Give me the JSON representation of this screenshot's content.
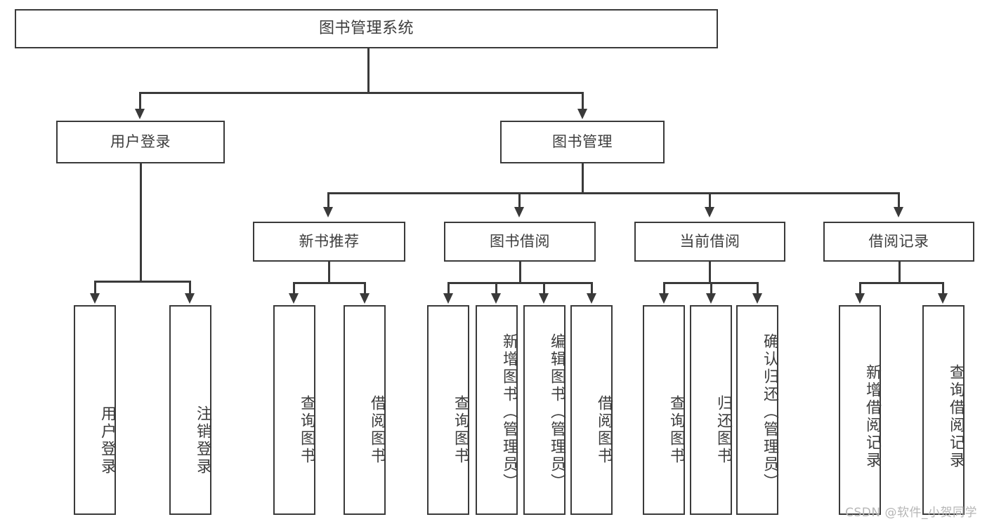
{
  "diagram": {
    "type": "tree-hierarchy",
    "title": "图书管理系统",
    "orientation": "top-down",
    "accent_color": "#3a3a3a",
    "background_color": "#ffffff"
  },
  "root": {
    "label": "图书管理系统"
  },
  "level2": [
    {
      "label": "用户登录"
    },
    {
      "label": "图书管理"
    }
  ],
  "level3": [
    {
      "label": "新书推荐"
    },
    {
      "label": "图书借阅"
    },
    {
      "label": "当前借阅"
    },
    {
      "label": "借阅记录"
    }
  ],
  "leaves": {
    "user_login": [
      {
        "label": "用户登录"
      },
      {
        "label": "注销登录"
      }
    ],
    "new_book": [
      {
        "label": "查询图书"
      },
      {
        "label": "借阅图书"
      }
    ],
    "book_borrow": [
      {
        "label": "查询图书"
      },
      {
        "label": "新增图书（管理员）"
      },
      {
        "label": "编辑图书（管理员）"
      },
      {
        "label": "借阅图书"
      }
    ],
    "current_borrow": [
      {
        "label": "查询图书"
      },
      {
        "label": "归还图书"
      },
      {
        "label": "确认归还（管理员）"
      }
    ],
    "borrow_record": [
      {
        "label": "新增借阅记录"
      },
      {
        "label": "查询借阅记录"
      }
    ]
  },
  "watermark": {
    "text": "CSDN @软件_小贺同学"
  }
}
